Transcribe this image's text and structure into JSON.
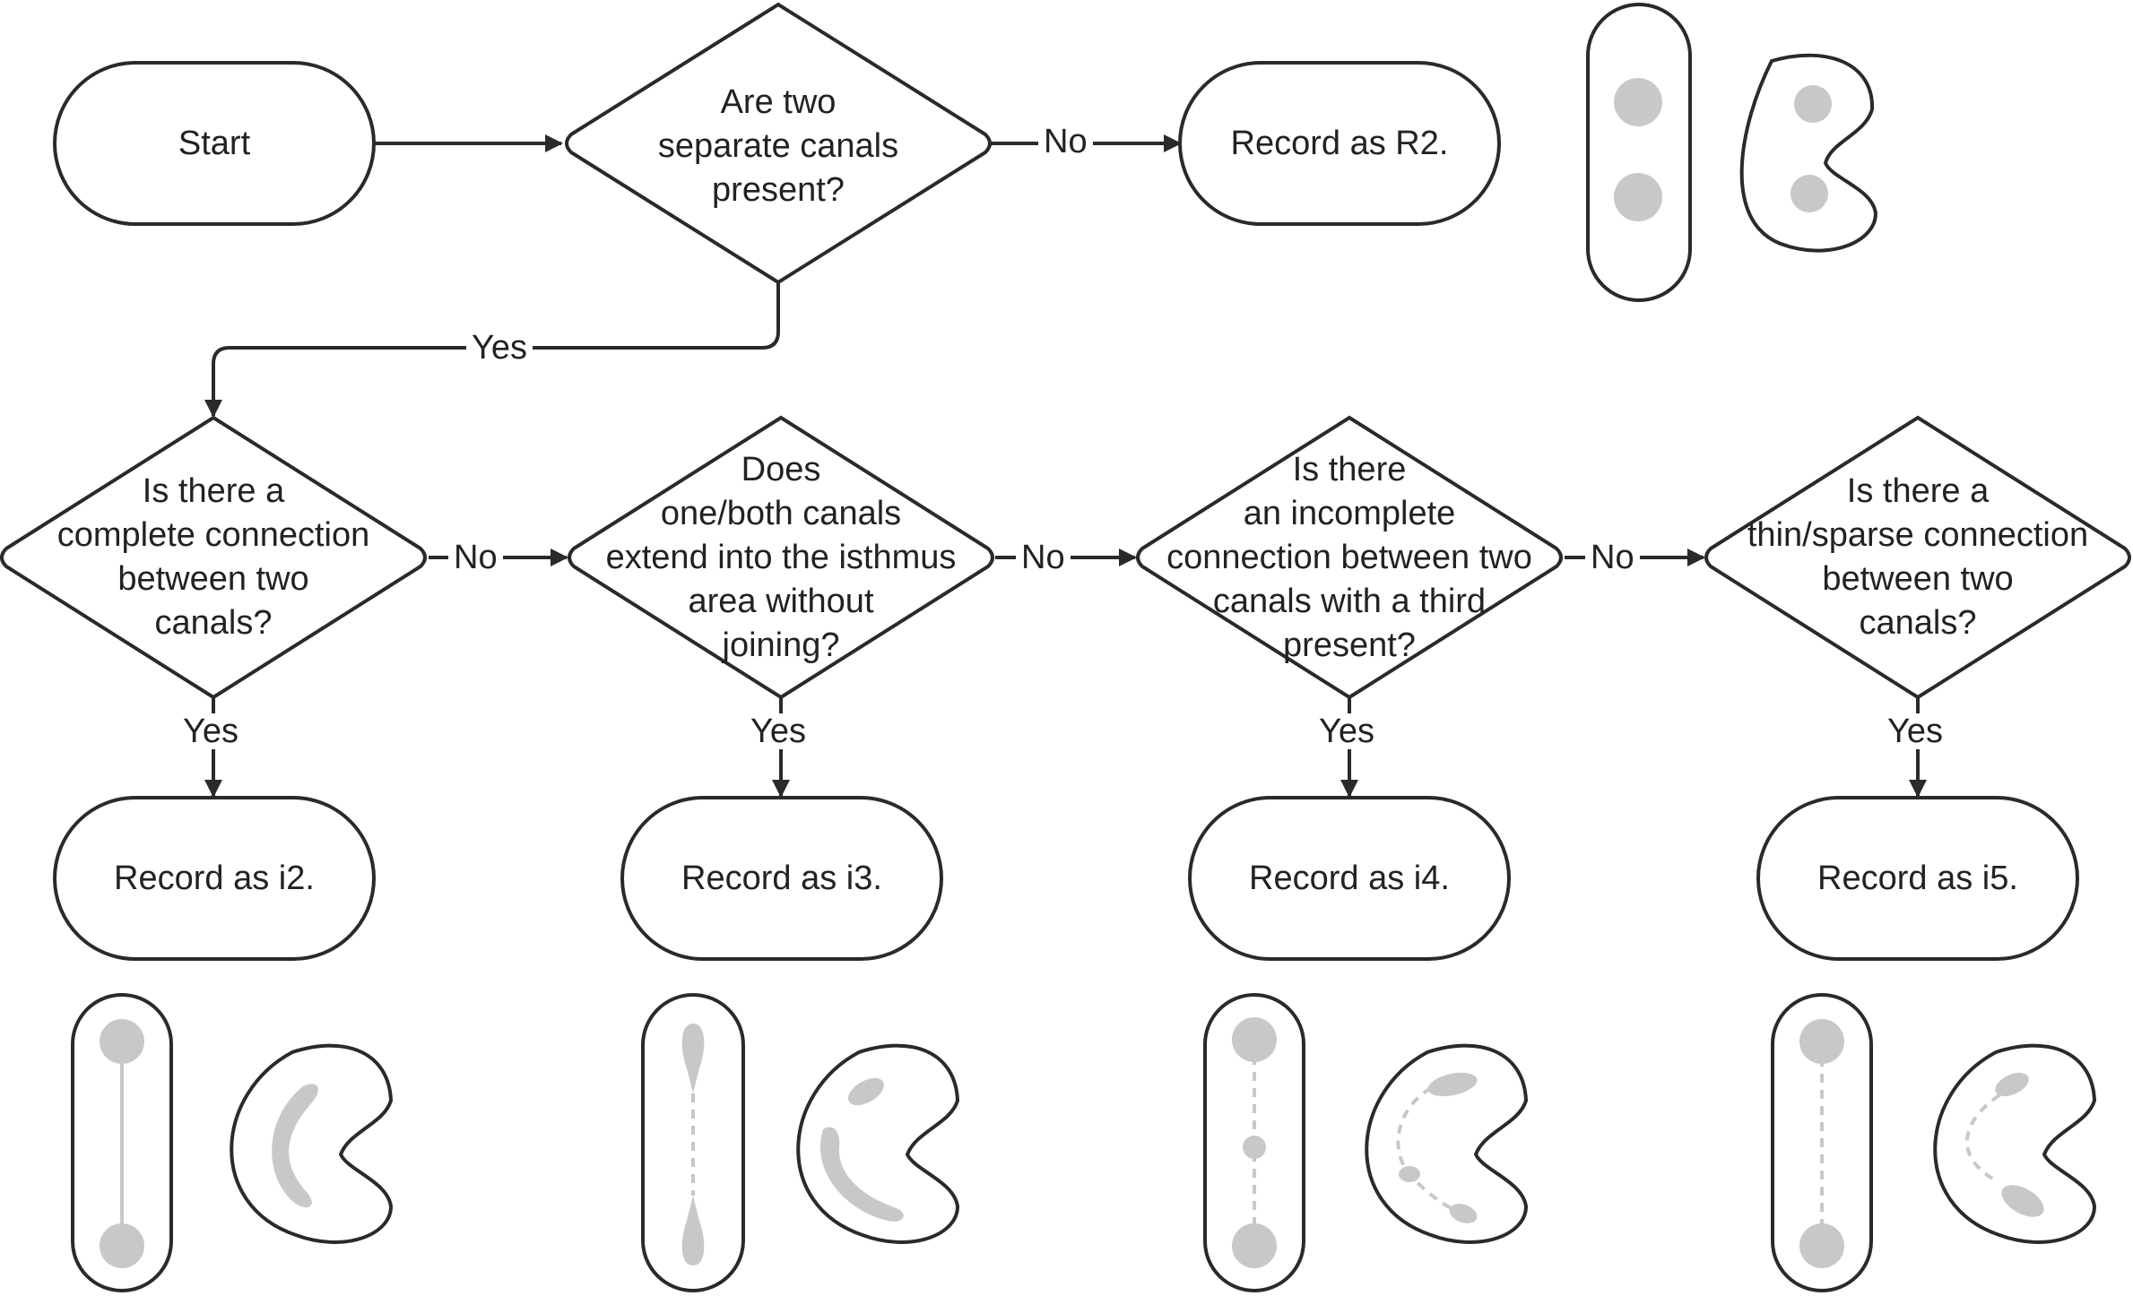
{
  "nodes": {
    "start": "Start",
    "q1": [
      "Are two",
      "separate canals",
      "present?"
    ],
    "r2": "Record as R2.",
    "q2": [
      "Is there a",
      "complete connection",
      "between two",
      "canals?"
    ],
    "q3": [
      "Does",
      "one/both canals",
      "extend into the isthmus",
      "area without",
      "joining?"
    ],
    "q4": [
      "Is there",
      "an incomplete",
      "connection between two",
      "canals with a third",
      "present?"
    ],
    "q5": [
      "Is there a",
      "thin/sparse connection",
      "between two",
      "canals?"
    ],
    "i2": "Record as i2.",
    "i3": "Record as i3.",
    "i4": "Record as i4.",
    "i5": "Record as i5."
  },
  "edges": {
    "q1_no": "No",
    "q1_yes": "Yes",
    "q2_no": "No",
    "q3_no": "No",
    "q4_no": "No",
    "q2_yes": "Yes",
    "q3_yes": "Yes",
    "q4_yes": "Yes",
    "q5_yes": "Yes"
  },
  "colors": {
    "line": "#2a2a2a",
    "canal": "#c8c8c8"
  },
  "icons": [
    "root-cross-section-r2-icon",
    "root-cross-section-i2-icon",
    "root-cross-section-i3-icon",
    "root-cross-section-i4-icon",
    "root-cross-section-i5-icon"
  ]
}
